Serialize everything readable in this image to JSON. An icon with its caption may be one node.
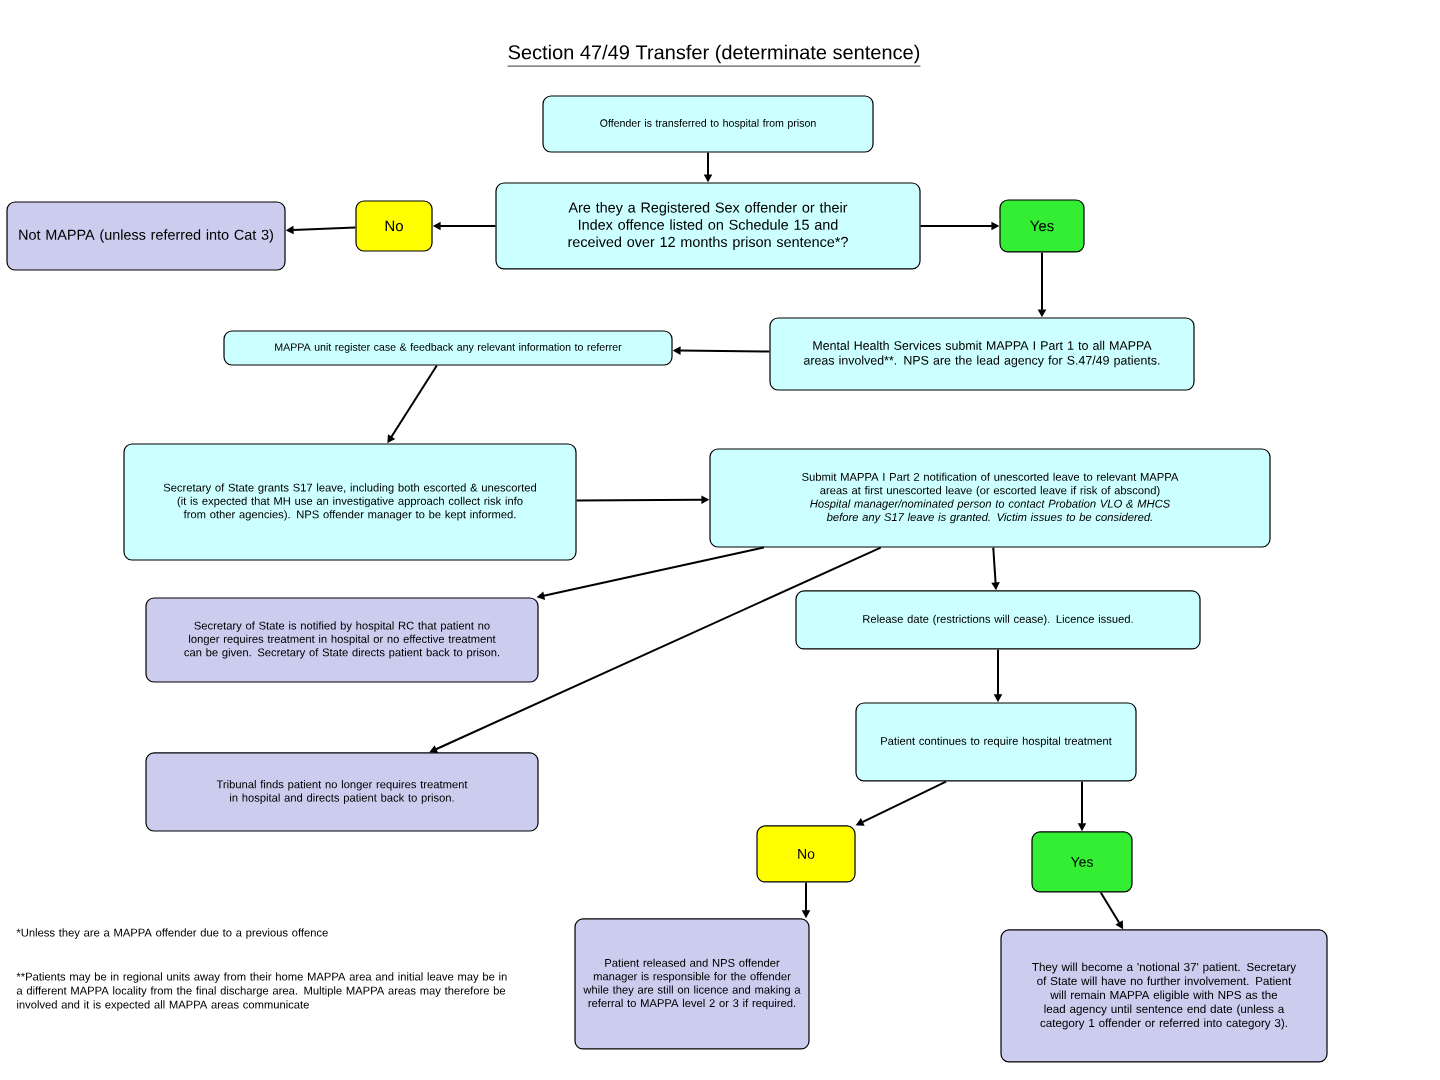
{
  "diagram": {
    "title": "Section 47/49 Transfer (determinate sentence)",
    "nodes": [
      {
        "text": [
          "Offender is transferred to hospital from prison"
        ]
      },
      {
        "text": [
          "Are they a Registered Sex offender or their Index offence listed on Schedule 15 and received over 12 months prison sentence*?"
        ]
      },
      {
        "text": [
          "No"
        ]
      },
      {
        "text": [
          "Not MAPPA (unless referred into Cat 3)"
        ]
      },
      {
        "text": [
          "Yes"
        ]
      },
      {
        "text": [
          "Mental Health Services submit MAPPA I Part 1 to all MAPPA areas involved**. NPS are the lead agency for S.47/49 patients."
        ]
      },
      {
        "text": [
          "MAPPA unit register case & feedback any relevant information to referrer"
        ]
      },
      {
        "text": [
          "Secretary of State grants S17 leave, including both escorted & unescorted (it is expected that MH use an investigative approach collect risk info from other agencies). NPS offender manager to be kept informed."
        ]
      },
      {
        "text": [
          "Submit MAPPA I Part 2 notification of unescorted leave to relevant MAPPA areas at first unescorted leave (or escorted leave if risk of abscond)",
          "Hospital manager/nominated person to contact Probation VLO & MHCS before any S17 leave is granted. Victim issues to be considered."
        ]
      },
      {
        "text": [
          "Secretary of State is notified by hospital RC that patient no longer requires treatment in hospital or no effective treatment can be given. Secretary of State directs patient back to prison."
        ]
      },
      {
        "text": [
          "Release date (restrictions will cease). Licence issued."
        ]
      },
      {
        "text": [
          "Patient continues to require hospital treatment"
        ]
      },
      {
        "text": [
          "Tribunal finds patient no longer requires treatment in hospital and directs patient back to prison."
        ]
      },
      {
        "text": [
          "No"
        ]
      },
      {
        "text": [
          "Yes"
        ]
      },
      {
        "text": [
          "Patient released and NPS offender manager is responsible for the offender while they are still on licence and making a referral to MAPPA level 2 or 3 if required."
        ]
      },
      {
        "text": [
          "They will become a 'notional 37' patient. Secretary of State will have no further involvement. Patient will remain MAPPA eligible with NPS as the lead agency until sentence end date (unless a category 1 offender or referred into category 3)."
        ]
      }
    ],
    "edges": [
      {
        "from": 0,
        "to": 1,
        "arrow": "to"
      },
      {
        "from": 1,
        "to": 2,
        "arrow": "to"
      },
      {
        "from": 2,
        "to": 3,
        "arrow": "to"
      },
      {
        "from": 1,
        "to": 4,
        "arrow": "to"
      },
      {
        "from": 4,
        "to": 5,
        "arrow": "to"
      },
      {
        "from": 5,
        "to": 6,
        "arrow": "to"
      },
      {
        "from": 6,
        "to": 7,
        "arrow": "to"
      },
      {
        "from": 7,
        "to": 8,
        "arrow": "to"
      },
      {
        "from": 8,
        "to": 9,
        "arrow": "to"
      },
      {
        "from": 8,
        "to": 12,
        "arrow": "to"
      },
      {
        "from": 8,
        "to": 10,
        "arrow": "to"
      },
      {
        "from": 10,
        "to": 11,
        "arrow": "to"
      },
      {
        "from": 11,
        "to": 13,
        "arrow": "to"
      },
      {
        "from": 11,
        "to": 14,
        "arrow": "to"
      },
      {
        "from": 13,
        "to": 15,
        "arrow": "to"
      },
      {
        "from": 14,
        "to": 16,
        "arrow": "to"
      }
    ],
    "labels": [
      "*Unless they are a MAPPA offender due to a previous offence",
      "**Patients may be in regional units away from their home MAPPA area and initial leave may be in a different MAPPA locality from the final discharge area. Multiple MAPPA areas may therefore be involved and it is expected all MAPPA areas communicate"
    ]
  }
}
